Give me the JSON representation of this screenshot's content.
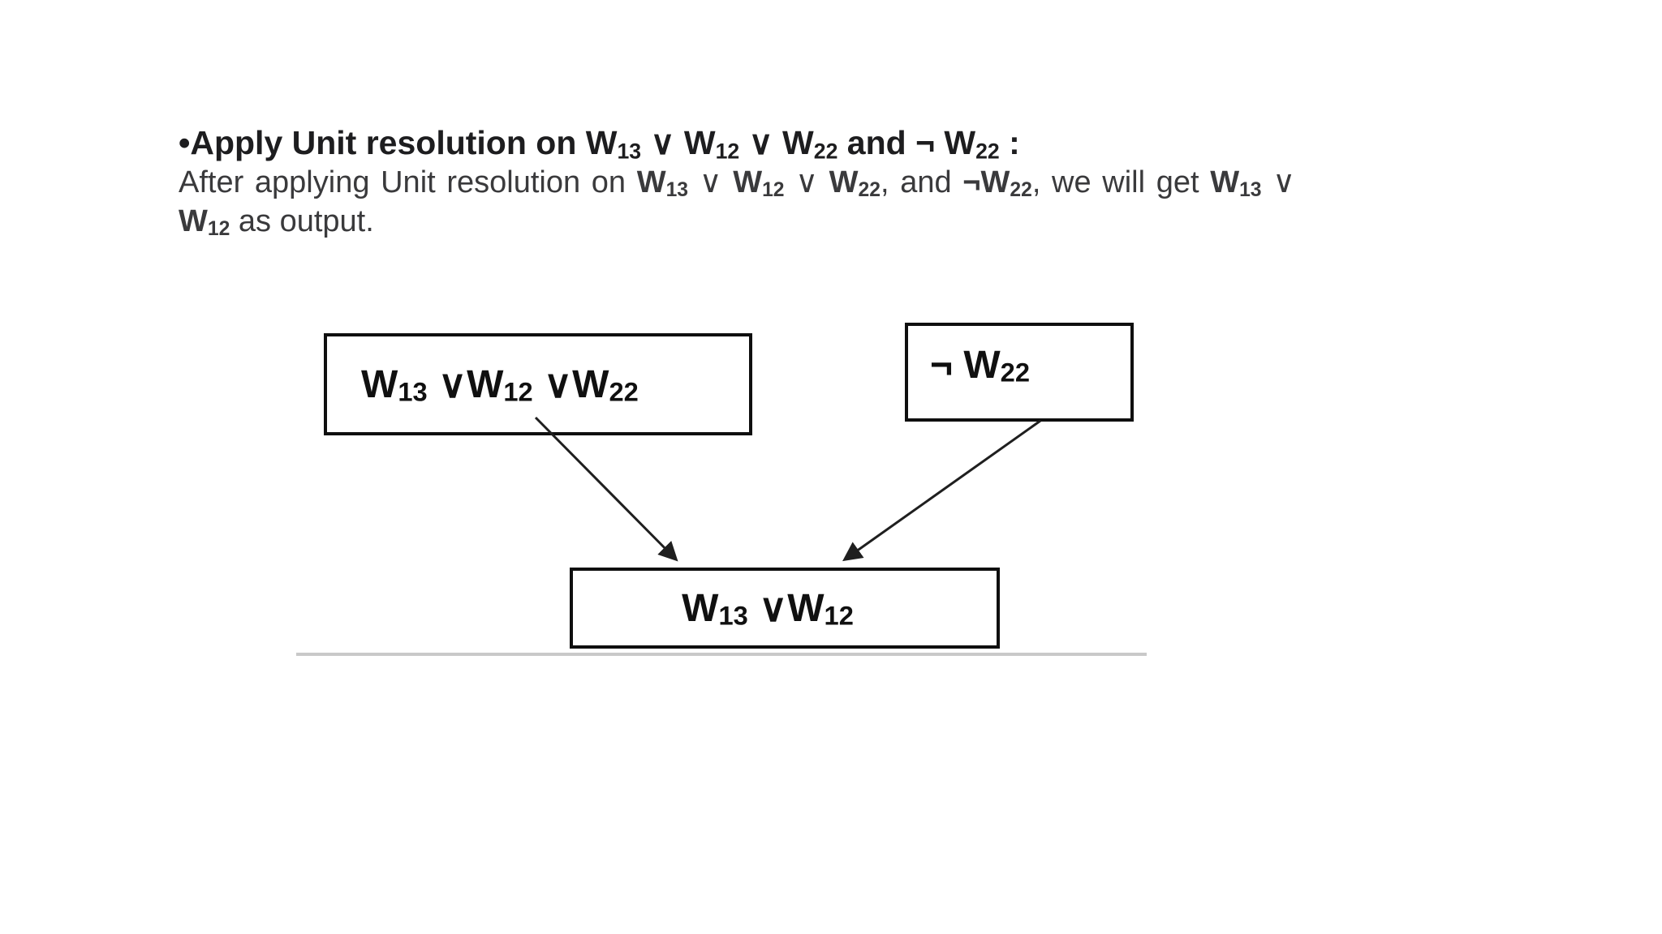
{
  "page": {
    "background": "#ffffff",
    "heading_color": "#1d1d1f",
    "body_text_color": "#3a3a3c",
    "box_border_color": "#0f0f0f",
    "box_text_color": "#101010",
    "arrow_color": "#1f1f1f",
    "divider_color": "#c9c9c9"
  },
  "content": {
    "heading": "•Apply Unit resolution on W~13~ ∨ W~12~ ∨ W~22~ and ¬ W~22~ :",
    "paragraph_line1": "After applying Unit resolution on **W~13~** ∨ **W~12~** ∨ **W~22~**, and **¬W~22~**, we will get **W~13~** ∨",
    "paragraph_line2": "**W~12~** as output."
  },
  "diagram": {
    "premise1_label": "W~13~ ∨W~12~ ∨W~22~",
    "premise2_label": "¬ W~22~",
    "conclusion_label": "W~13~ ∨W~12~"
  }
}
